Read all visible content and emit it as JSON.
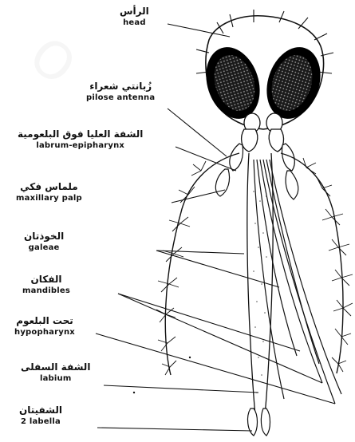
{
  "labels": {
    "head": {
      "ar": "الرأس",
      "en": "head"
    },
    "pilose_antenna": {
      "ar": "زُبانتي شعراء",
      "en": "pilose antenna"
    },
    "labrum_epipharynx": {
      "ar": "الشفة العليا فوق البلعومية",
      "en": "labrum-epipharynx"
    },
    "maxillary_palp": {
      "ar": "ملماس فكي",
      "en": "maxillary palp"
    },
    "galeae": {
      "ar": "الخوذتان",
      "en": "galeae"
    },
    "mandibles": {
      "ar": "الفكان",
      "en": "mandibles"
    },
    "hypopharynx": {
      "ar": "تحت البلعوم",
      "en": "hypopharynx"
    },
    "labium": {
      "ar": "الشفة السفلى",
      "en": "labium"
    },
    "labella": {
      "ar": "الشفيتان",
      "en": "2 labella"
    }
  },
  "colors": {
    "ink": "#111111",
    "background": "#ffffff"
  }
}
